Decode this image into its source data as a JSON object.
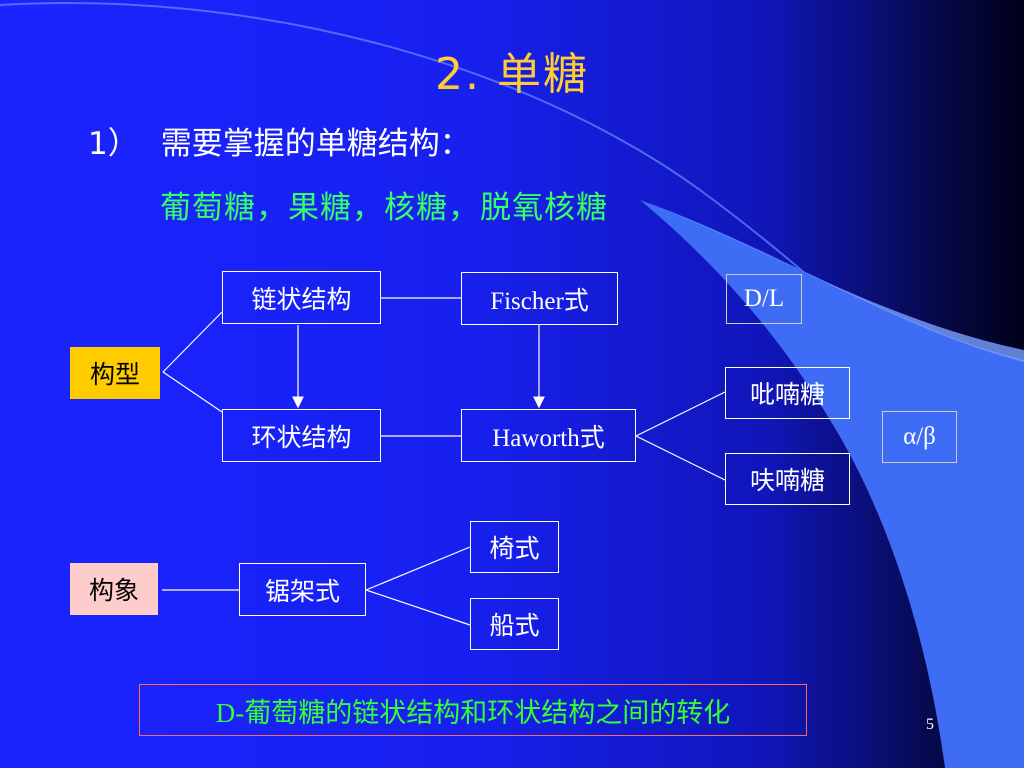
{
  "title": "2. 单糖",
  "point": {
    "number": "1）",
    "text": "需要掌握的单糖结构：",
    "sugars": "葡萄糖，果糖，核糖，脱氧核糖"
  },
  "diagram": {
    "configuration": "构型",
    "chain_structure": "链状结构",
    "fischer": "Fischer式",
    "dl": "D/L",
    "ring_structure": "环状结构",
    "haworth": "Haworth式",
    "pyranose": "吡喃糖",
    "furanose": "呋喃糖",
    "alpha_beta": "α/β",
    "conformation": "构象",
    "sawhorse": "锯架式",
    "chair": "椅式",
    "boat": "船式"
  },
  "bottom_link": "D-葡萄糖的链状结构和环状结构之间的转化",
  "page_number": "5",
  "colors": {
    "title": "#ffcc33",
    "highlight_text": "#33ff66",
    "gold_box": "#ffcc00",
    "pink_box": "#ffcccc",
    "link_border": "#ff6666"
  }
}
